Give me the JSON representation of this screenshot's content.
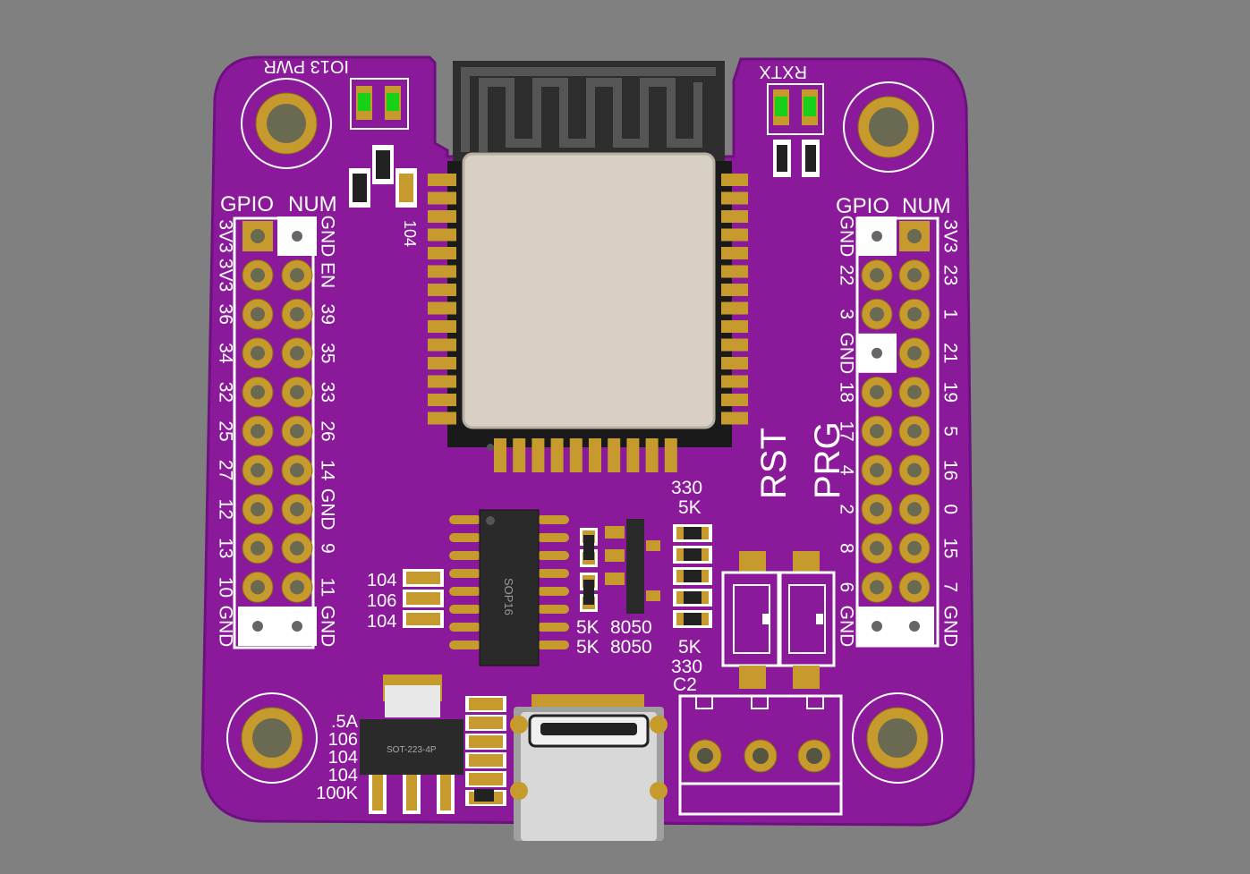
{
  "board": {
    "colors": {
      "background": "#808080",
      "pcb": "#8a1a9a",
      "pcb_edge": "#6e1180",
      "silkscreen": "#ffffff",
      "copper_gold": "#c79a2e",
      "module_shield": "#d8d0c4",
      "led_green": "#19d019"
    },
    "left_header": {
      "title_gpio": "GPIO",
      "title_num": "NUM",
      "left_labels": [
        "3V3",
        "3V3",
        "36",
        "34",
        "32",
        "25",
        "27",
        "12",
        "13",
        "10",
        "GND"
      ],
      "right_labels": [
        "GND",
        "EN",
        "39",
        "35",
        "33",
        "26",
        "14",
        "GND",
        "9",
        "11",
        "GND"
      ]
    },
    "right_header": {
      "title_gpio": "GPIO",
      "title_num": "NUM",
      "left_labels": [
        "GND",
        "22",
        "3",
        "GND",
        "18",
        "17",
        "4",
        "2",
        "8",
        "6",
        "GND"
      ],
      "right_labels": [
        "3V3",
        "23",
        "1",
        "21",
        "19",
        "5",
        "16",
        "0",
        "15",
        "7",
        "GND"
      ]
    },
    "leds_left": {
      "label": "IO13 PWR",
      "cap_label": "104"
    },
    "leds_right": {
      "label_tx": "TX",
      "label_rx": "RX"
    },
    "buttons": {
      "reset": "RST",
      "program": "PRG"
    },
    "ic": {
      "package": "SOP16"
    },
    "regulator": {
      "package": "SOT-223-4P"
    },
    "passives_left": [
      "104",
      "106",
      "104"
    ],
    "passives_mid": [
      "5K",
      "5K"
    ],
    "transistors": [
      "8050",
      "8050"
    ],
    "resistors_top": [
      "330",
      "5K"
    ],
    "resistors_bottom": [
      "5K",
      "330"
    ],
    "power_labels": [
      ".5A",
      "106",
      "104",
      "104",
      "100K"
    ],
    "connector_label": "C2"
  }
}
